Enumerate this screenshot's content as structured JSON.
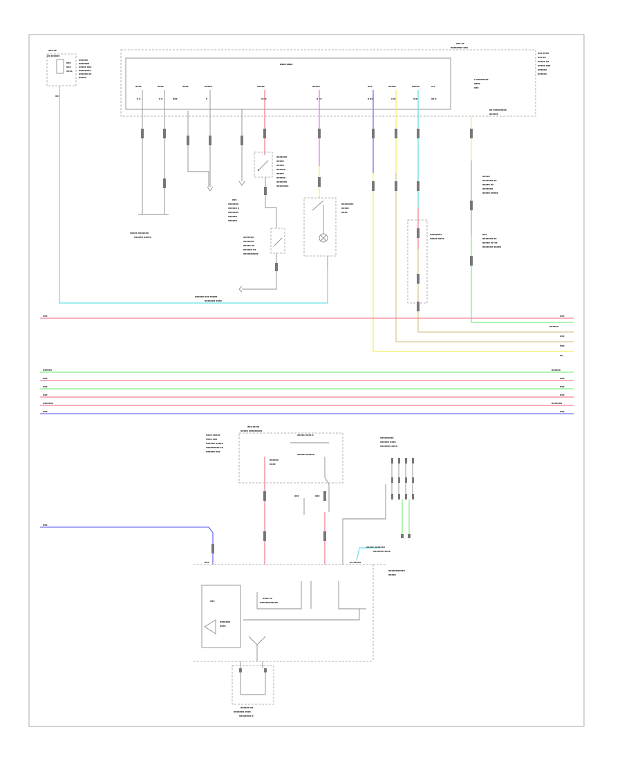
{
  "title": "",
  "footer_code": "",
  "wire_colors": {
    "cyan": "#66e0e8",
    "pink": "#f47f8f",
    "magenta": "#e07ce0",
    "blue": "#7070f0",
    "yellow": "#f4f060",
    "tan": "#d8c890",
    "green": "#7ff07f",
    "black": "#8a8a8a"
  },
  "bus_lines": [
    {
      "color_key": "pink"
    },
    {
      "color_key": "green"
    },
    {
      "color_key": "tan"
    },
    {
      "color_key": "yellow"
    },
    {
      "color_key": "green"
    },
    {
      "color_key": "pink"
    },
    {
      "color_key": "green"
    },
    {
      "color_key": "pink"
    },
    {
      "color_key": "pink"
    },
    {
      "color_key": "blue"
    }
  ],
  "components": [
    {
      "id": "fuse-box-top-left"
    },
    {
      "id": "main-module-top"
    },
    {
      "id": "ground-point-left"
    },
    {
      "id": "switch-assembly-center"
    },
    {
      "id": "lamp-assembly-right"
    },
    {
      "id": "connector-assembly-right"
    },
    {
      "id": "junction-block-bottom"
    },
    {
      "id": "ground-connector-bottom"
    }
  ]
}
